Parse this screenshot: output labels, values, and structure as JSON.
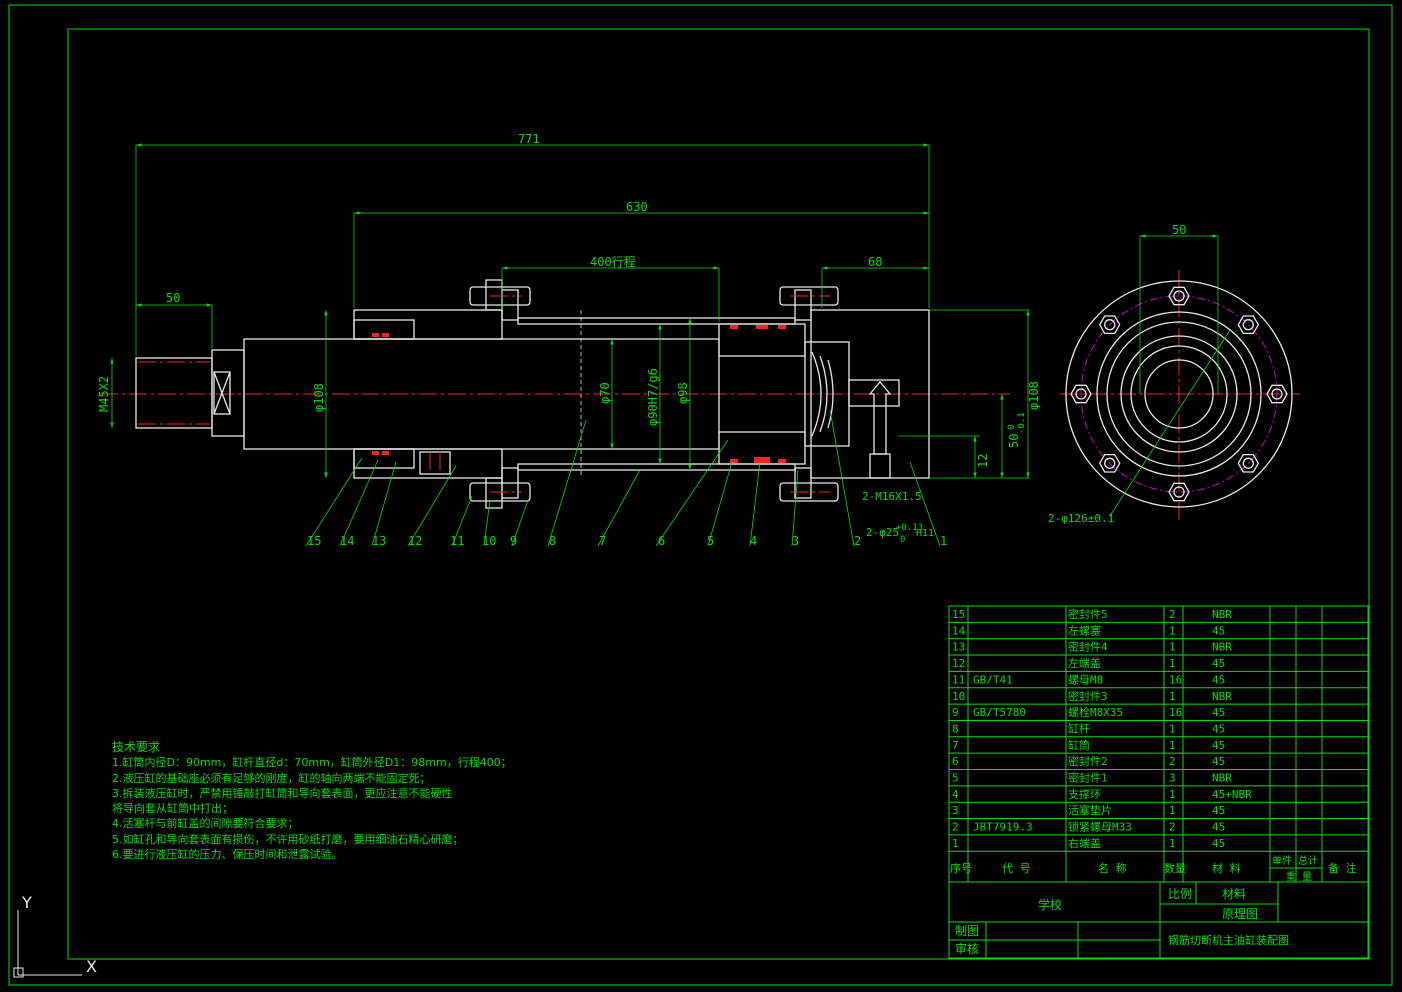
{
  "dimensions": {
    "overall": "771",
    "body": "630",
    "stroke": "400行程",
    "end": "68",
    "thread_len": "50",
    "thread": "M45X2",
    "d108_left": "φ108",
    "d70": "φ70",
    "d90": "φ90H7/g6",
    "d98": "φ98",
    "d108_right": "φ108",
    "offset_12": "12",
    "offset_50": "50",
    "tol_0": "0",
    "tol_neg": "-0.1",
    "port_thread": "2-M16X1.5",
    "port_bore": "2-φ25",
    "port_tol_up": "+0.13",
    "port_tol_low": "0",
    "port_fit": "H11",
    "side_width": "50",
    "bolt_circle": "2-φ126±0.1"
  },
  "balloons": [
    "15",
    "14",
    "13",
    "12",
    "11",
    "10",
    "9",
    "8",
    "7",
    "6",
    "5",
    "4",
    "3",
    "2",
    "1"
  ],
  "notes": {
    "title": "技术要求",
    "lines": [
      "1.缸筒内径D：90mm，缸杆直径d：70mm，缸筒外径D1：98mm，行程400；",
      "2.液压缸的基础座必须有足够的刚度，缸的轴向两端不能固定死；",
      "3.拆装液压缸时，严禁用锤敲打缸筒和导向套表面，更应注意不能硬性",
      "将导向套从缸筒中打出；",
      "4.活塞杆与前缸盖的间隙要符合要求；",
      "5.如缸孔和导向套表面有损伤，不许用砂纸打磨，要用细油石精心研磨；",
      "6.要进行液压缸的压力、保压时间和泄露试验。"
    ]
  },
  "bom": {
    "rows": [
      {
        "no": "15",
        "code": "",
        "name": "密封件5",
        "qty": "2",
        "mat": "NBR"
      },
      {
        "no": "14",
        "code": "",
        "name": "左螺塞",
        "qty": "1",
        "mat": "45"
      },
      {
        "no": "13",
        "code": "",
        "name": "密封件4",
        "qty": "1",
        "mat": "NBR"
      },
      {
        "no": "12",
        "code": "",
        "name": "左端盖",
        "qty": "1",
        "mat": "45"
      },
      {
        "no": "11",
        "code": "GB/T41",
        "name": "螺母M8",
        "qty": "16",
        "mat": "45"
      },
      {
        "no": "10",
        "code": "",
        "name": "密封件3",
        "qty": "1",
        "mat": "NBR"
      },
      {
        "no": "9",
        "code": "GB/T5780",
        "name": "螺栓M8X35",
        "qty": "16",
        "mat": "45"
      },
      {
        "no": "8",
        "code": "",
        "name": "缸杆",
        "qty": "1",
        "mat": "45"
      },
      {
        "no": "7",
        "code": "",
        "name": "缸筒",
        "qty": "1",
        "mat": "45"
      },
      {
        "no": "6",
        "code": "",
        "name": "密封件2",
        "qty": "2",
        "mat": "45"
      },
      {
        "no": "5",
        "code": "",
        "name": "密封件1",
        "qty": "3",
        "mat": "NBR"
      },
      {
        "no": "4",
        "code": "",
        "name": "支撑环",
        "qty": "1",
        "mat": "45+NBR"
      },
      {
        "no": "3",
        "code": "",
        "name": "活塞垫片",
        "qty": "1",
        "mat": "45"
      },
      {
        "no": "2",
        "code": "JBT7919.3",
        "name": "锁紧螺母M33",
        "qty": "2",
        "mat": "45"
      },
      {
        "no": "1",
        "code": "",
        "name": "右端盖",
        "qty": "1",
        "mat": "45"
      }
    ],
    "headers": {
      "no": "序号",
      "code": "代 号",
      "name": "名 称",
      "qty": "数量",
      "mat": "材 料",
      "unit": "单件",
      "total": "总计",
      "weight": "重 量",
      "remark": "备 注"
    }
  },
  "titleblock": {
    "school": "学校",
    "scale_label": "比例",
    "material_label": "材料",
    "drawing_label": "原理图",
    "draw_label": "制图",
    "check_label": "审核",
    "title": "钢筋切断机主油缸装配图"
  },
  "axes": {
    "y": "Y",
    "x": "X"
  },
  "colors": {
    "background": "#000000",
    "lines": "#00e000",
    "outline": "#e8e8e8",
    "centerline": "#ff2020",
    "seal": "#ff2020"
  }
}
